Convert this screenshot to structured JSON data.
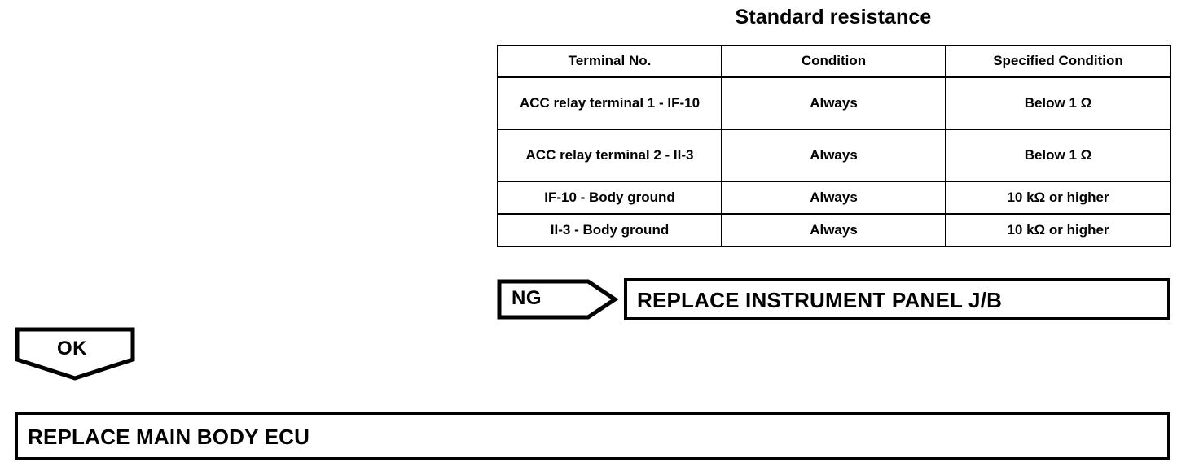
{
  "diagram": {
    "type": "diagnostic-flowchart",
    "title": "Standard resistance"
  },
  "table": {
    "title": "Standard resistance",
    "columns": [
      "Terminal No.",
      "Condition",
      "Specified Condition"
    ],
    "rows": [
      {
        "terminal": "ACC relay terminal 1 - IF-10",
        "condition": "Always",
        "specified": "Below 1 Ω"
      },
      {
        "terminal": "ACC relay terminal 2 - II-3",
        "condition": "Always",
        "specified": "Below 1 Ω"
      },
      {
        "terminal": "IF-10 - Body ground",
        "condition": "Always",
        "specified": "10 kΩ or higher"
      },
      {
        "terminal": "II-3 - Body ground",
        "condition": "Always",
        "specified": "10 kΩ or higher"
      }
    ]
  },
  "flow": {
    "ng_branch": {
      "label": "NG",
      "result": "REPLACE INSTRUMENT PANEL J/B"
    },
    "ok_branch": {
      "label": "OK",
      "result": "REPLACE MAIN BODY ECU"
    }
  },
  "colors": {
    "ink": "#000000",
    "paper": "#ffffff"
  }
}
